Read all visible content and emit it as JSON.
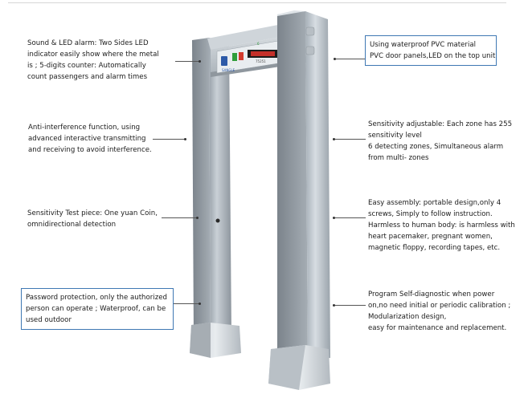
{
  "device": {
    "panel_label_left": "SANGLE",
    "panel_label_right": "75251",
    "panel_label_center": "6"
  },
  "annotations": {
    "left": [
      {
        "id": "sound-led",
        "lines": [
          "Sound & LED alarm: Two Sides LED",
          "indicator easily show where the metal",
          "is ; 5-digits counter: Automatically",
          "count passengers and alarm times"
        ]
      },
      {
        "id": "anti-interference",
        "lines": [
          "Anti-interference function, using",
          "advanced interactive transmitting",
          "and receiving to avoid interference."
        ]
      },
      {
        "id": "sensitivity-test",
        "lines": [
          "Sensitivity Test piece: One yuan Coin,",
          "omnidirectional detection"
        ]
      },
      {
        "id": "password",
        "lines": [
          "Password protection, only the authorized",
          "person can operate ; Waterproof, can be",
          "used outdoor"
        ]
      }
    ],
    "right": [
      {
        "id": "pvc",
        "lines": [
          "Using waterproof PVC material",
          "PVC door panels,LED on the top unit"
        ]
      },
      {
        "id": "sensitivity",
        "lines": [
          "Sensitivity adjustable: Each zone has 255",
          "sensitivity level",
          "6 detecting zones, Simultaneous alarm",
          "from multi- zones"
        ]
      },
      {
        "id": "assembly",
        "lines": [
          "Easy assembly: portable design,only 4",
          "screws, Simply to follow instruction.",
          "Harmless to human body: is harmless with",
          "heart pacemaker, pregnant women,",
          "magnetic floppy, recording tapes, etc."
        ]
      },
      {
        "id": "diagnostic",
        "lines": [
          "Program Self-diagnostic when power",
          "on,no need initial or periodic calibration ;",
          "Modularization design,",
          "easy for maintenance and replacement."
        ]
      }
    ]
  }
}
